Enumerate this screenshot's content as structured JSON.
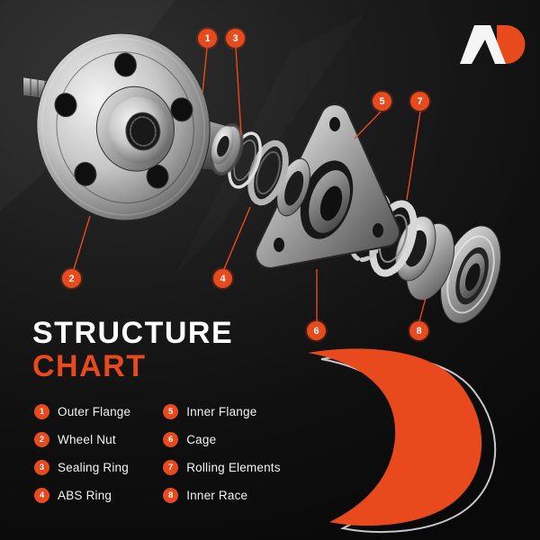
{
  "poster": {
    "title_line1": "STRUCTURE",
    "title_line2": "CHART"
  },
  "colors": {
    "accent": "#E8491D",
    "text": "#FFFFFF",
    "background": "#0D0D0D"
  },
  "callouts": [
    {
      "num": "1"
    },
    {
      "num": "2"
    },
    {
      "num": "3"
    },
    {
      "num": "4"
    },
    {
      "num": "5"
    },
    {
      "num": "6"
    },
    {
      "num": "7"
    },
    {
      "num": "8"
    }
  ],
  "legend": {
    "column1": [
      {
        "num": "1",
        "label": "Outer Flange"
      },
      {
        "num": "2",
        "label": "Wheel Nut"
      },
      {
        "num": "3",
        "label": "Sealing Ring"
      },
      {
        "num": "4",
        "label": "ABS Ring"
      }
    ],
    "column2": [
      {
        "num": "5",
        "label": "Inner Flange"
      },
      {
        "num": "6",
        "label": "Cage"
      },
      {
        "num": "7",
        "label": "Rolling Elements"
      },
      {
        "num": "8",
        "label": "Inner Race"
      }
    ]
  }
}
